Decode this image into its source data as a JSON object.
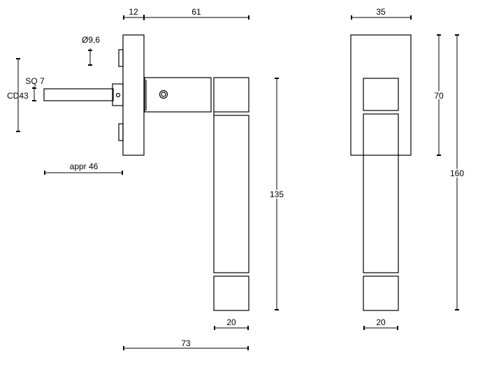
{
  "dimensions": {
    "rose_thickness": "12",
    "projection": "61",
    "spindle_diameter": "Ø9,6",
    "spindle_square": "SQ 7",
    "center_distance": "CD43",
    "spindle_length": "appr 46",
    "handle_length": "135",
    "handle_width_side": "20",
    "total_depth": "73",
    "rose_width": "35",
    "rose_height": "70",
    "total_height": "160",
    "handle_width_front": "20"
  }
}
